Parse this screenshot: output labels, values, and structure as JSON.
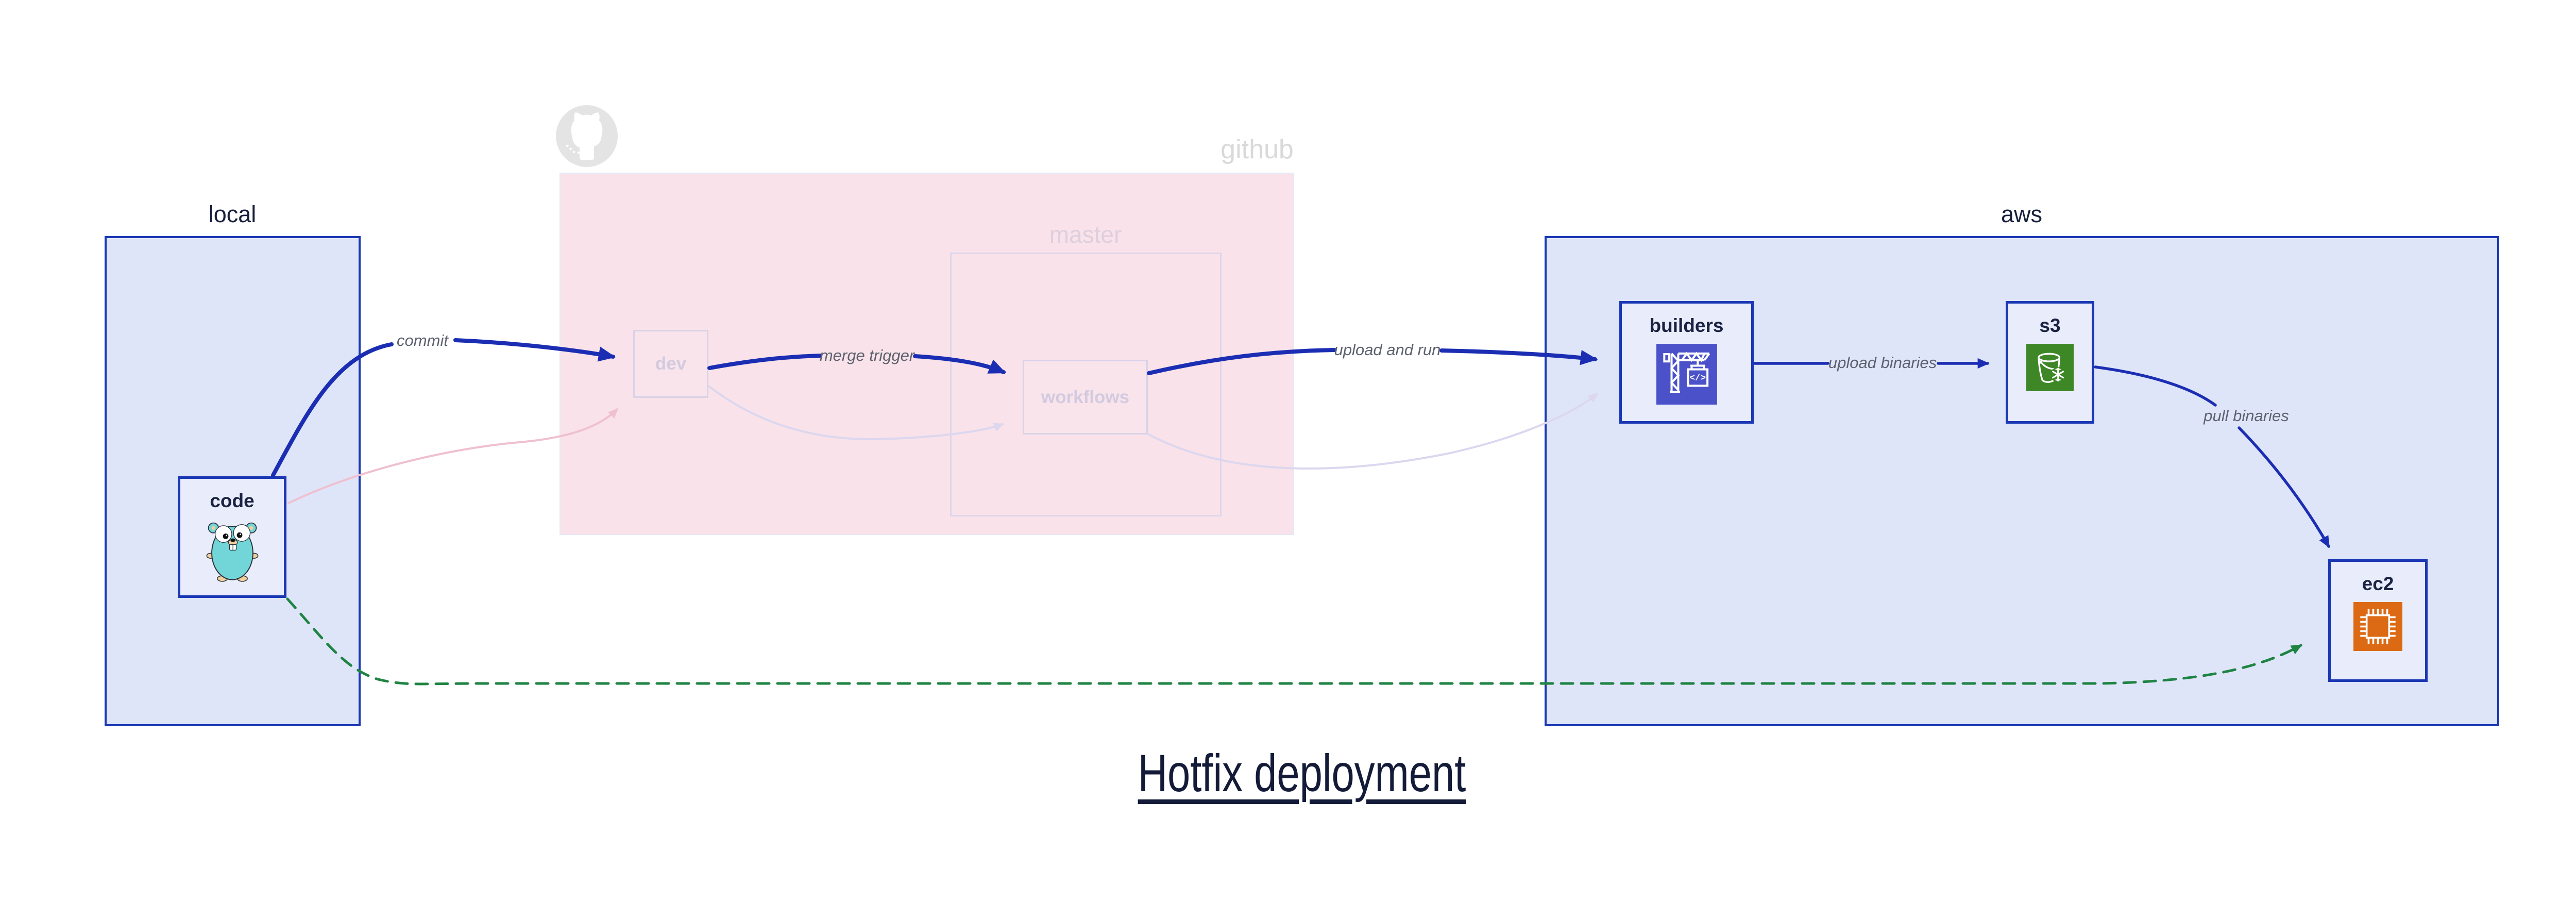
{
  "title": "Hotfix deployment",
  "regions": {
    "local": {
      "label": "local"
    },
    "github": {
      "label": "github"
    },
    "master": {
      "label": "master"
    },
    "aws": {
      "label": "aws"
    }
  },
  "nodes": {
    "code": {
      "label": "code",
      "icon": "go-gopher-icon"
    },
    "dev": {
      "label": "dev"
    },
    "workflows": {
      "label": "workflows"
    },
    "builders": {
      "label": "builders",
      "icon": "aws-codebuild-icon"
    },
    "s3": {
      "label": "s3",
      "icon": "aws-s3-bucket-icon"
    },
    "ec2": {
      "label": "ec2",
      "icon": "aws-ec2-chip-icon"
    }
  },
  "edges": {
    "commit": {
      "label": "commit",
      "style": "bold-blue"
    },
    "merge_trigger": {
      "label": "merge trigger",
      "style": "bold-blue"
    },
    "upload_and_run": {
      "label": "upload and run",
      "style": "bold-blue"
    },
    "upload_binaries": {
      "label": "upload binaries",
      "style": "blue"
    },
    "pull_binaries": {
      "label": "pull binaries",
      "style": "blue"
    },
    "hotfix_path": {
      "style": "dashed-green"
    },
    "code_to_dev_faded": {
      "style": "faded-pink"
    },
    "dev_to_workflows_faded": {
      "style": "faded-lavender"
    },
    "workflows_to_builders_faded": {
      "style": "faded-lavender"
    }
  },
  "colors": {
    "accent_blue": "#1b2eb3",
    "box_border_blue": "#1b38b4",
    "region_fill_blue": "#dfe5f9",
    "node_fill": "#e9edfb",
    "github_fill": "#f9e2e9",
    "hotfix_green": "#1f8443",
    "faded_pink": "#efc0d0",
    "faded_lavender": "#dcd7ef",
    "codebuild_purple": "#4b52c9",
    "s3_green": "#3e8727",
    "ec2_orange": "#dc6a14",
    "gopher_teal": "#72d6d9"
  }
}
